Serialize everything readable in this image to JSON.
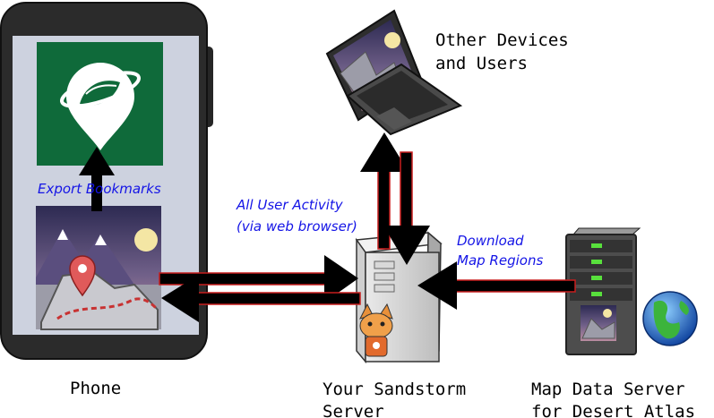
{
  "nodes": {
    "phone": {
      "label": "Phone"
    },
    "devices": {
      "label_lines": [
        "Other Devices",
        "and Users"
      ]
    },
    "sandstorm": {
      "label_lines": [
        "Your Sandstorm",
        "Server"
      ]
    },
    "map_server": {
      "label_lines": [
        "Map Data Server",
        "for Desert Atlas"
      ]
    }
  },
  "edges": {
    "export": {
      "label": "Export Bookmarks"
    },
    "activity": {
      "label_lines": [
        "All User Activity",
        "(via web browser)"
      ]
    },
    "download": {
      "label_lines": [
        "Download",
        "Map Regions"
      ]
    }
  },
  "colors": {
    "arrow": "#000000",
    "arrow_outline": "#c81e1e",
    "label": "#1414e6",
    "app_icon_bg": "#0f6a3a",
    "screen": "#cdd2df"
  }
}
